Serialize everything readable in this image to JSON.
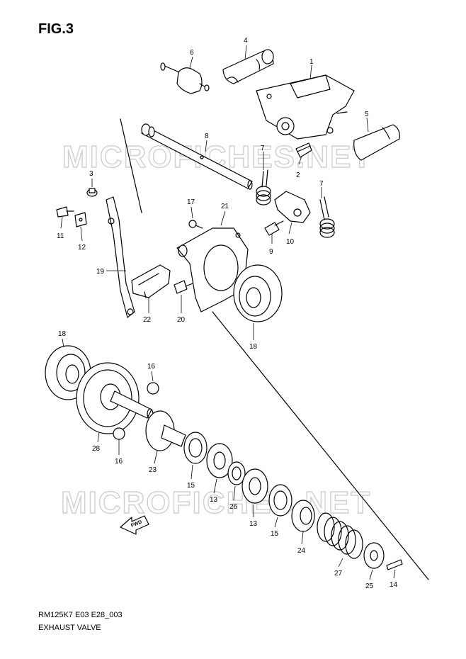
{
  "figure": {
    "title": "FIG.3",
    "code": "RM125K7 E03 E28_003",
    "name": "EXHAUST VALVE"
  },
  "watermark": {
    "text": "MICROFICHES.NET",
    "color": "#cfcfcf"
  },
  "direction_arrow": {
    "label": "FWD"
  },
  "callouts": [
    {
      "label": "1"
    },
    {
      "label": "2"
    },
    {
      "label": "3"
    },
    {
      "label": "4"
    },
    {
      "label": "5"
    },
    {
      "label": "6"
    },
    {
      "label": "7"
    },
    {
      "label": "7"
    },
    {
      "label": "8"
    },
    {
      "label": "9"
    },
    {
      "label": "10"
    },
    {
      "label": "11"
    },
    {
      "label": "12"
    },
    {
      "label": "13"
    },
    {
      "label": "13"
    },
    {
      "label": "14"
    },
    {
      "label": "15"
    },
    {
      "label": "15"
    },
    {
      "label": "16"
    },
    {
      "label": "16"
    },
    {
      "label": "17"
    },
    {
      "label": "18"
    },
    {
      "label": "18"
    },
    {
      "label": "19"
    },
    {
      "label": "20"
    },
    {
      "label": "21"
    },
    {
      "label": "22"
    },
    {
      "label": "23"
    },
    {
      "label": "24"
    },
    {
      "label": "25"
    },
    {
      "label": "26"
    },
    {
      "label": "27"
    },
    {
      "label": "28"
    }
  ]
}
